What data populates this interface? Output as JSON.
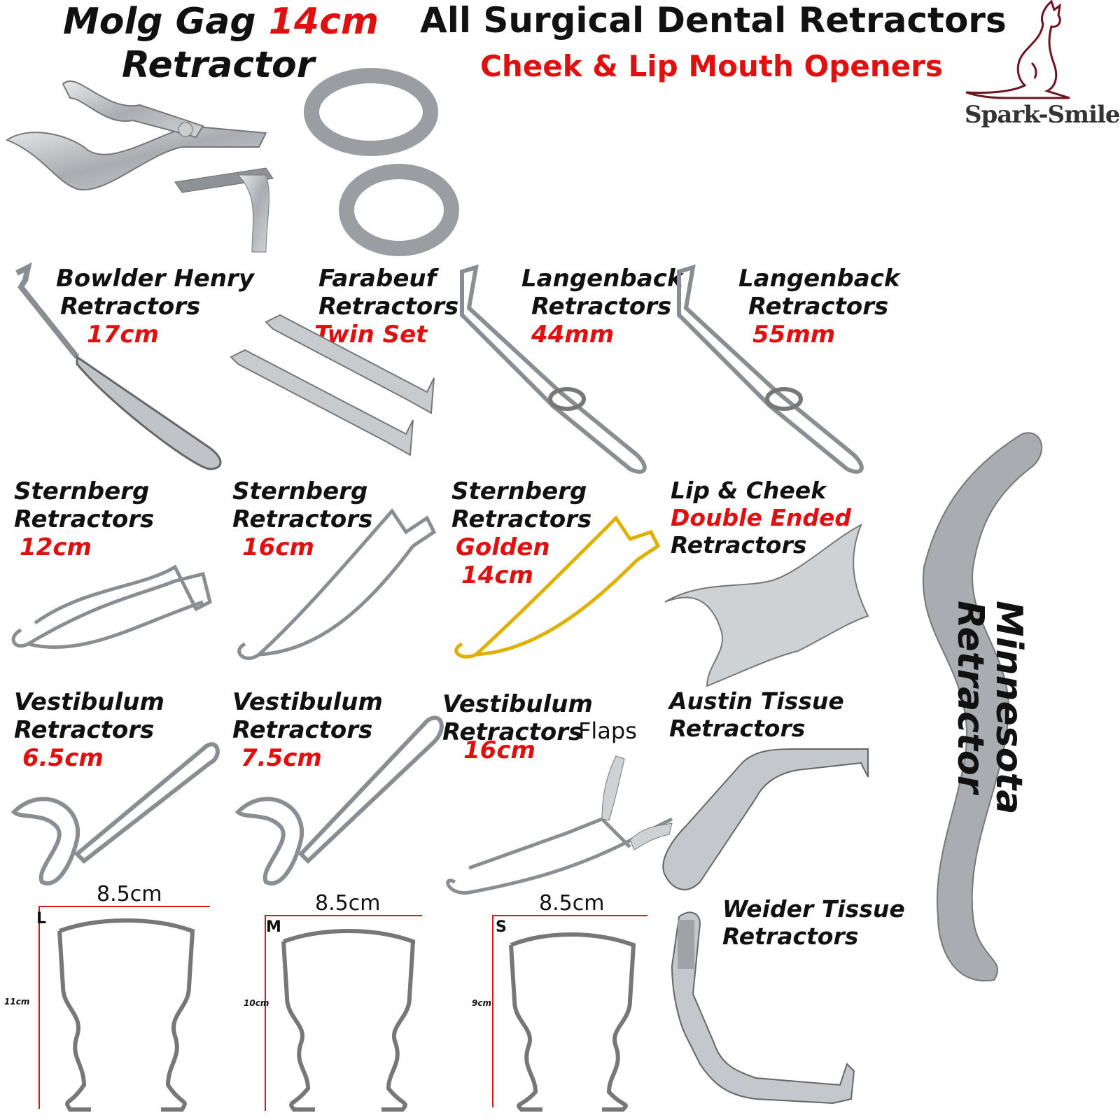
{
  "header": {
    "title": "All Surgical Dental Retractors",
    "subtitle": "Cheek & Lip Mouth Openers",
    "brand": "Spark-Smile",
    "colors": {
      "accent_red": "#e01010",
      "text": "#111111",
      "metal": "#b9bcc0"
    }
  },
  "molg": {
    "line1": "Molg Gag",
    "size": "14cm",
    "line2": "Retractor"
  },
  "row1": [
    {
      "line1": "Bowlder Henry",
      "line2": "Retractors",
      "size": "17cm"
    },
    {
      "line1": "Farabeuf",
      "line2": "Retractors",
      "size": "Twin Set"
    },
    {
      "line1": "Langenback",
      "line2": "Retractors",
      "size": "44mm"
    },
    {
      "line1": "Langenback",
      "line2": "Retractors",
      "size": "55mm"
    }
  ],
  "row2": [
    {
      "line1": "Sternberg",
      "line2": "Retractors",
      "size": "12cm"
    },
    {
      "line1": "Sternberg",
      "line2": "Retractors",
      "size": "16cm"
    },
    {
      "line1": "Sternberg",
      "line2": "Retractors",
      "color": "Golden",
      "size": "14cm"
    },
    {
      "line1": "Lip & Cheek",
      "line2": "Double Ended",
      "line3": "Retractors"
    }
  ],
  "row3": [
    {
      "line1": "Vestibulum",
      "line2": "Retractors",
      "size": "6.5cm"
    },
    {
      "line1": "Vestibulum",
      "line2": "Retractors",
      "size": "7.5cm"
    },
    {
      "line1": "Vestibulum",
      "line2": "Retractors",
      "size": "16cm",
      "extra": "Flaps"
    },
    {
      "line1": "Austin Tissue",
      "line2": "Retractors"
    }
  ],
  "row4": [
    {
      "width": "8.5cm",
      "letter": "L",
      "height": "11cm"
    },
    {
      "width": "8.5cm",
      "letter": "M",
      "height": "10cm"
    },
    {
      "width": "8.5cm",
      "letter": "S",
      "height": "9cm"
    },
    {
      "line1": "Weider Tissue",
      "line2": "Retractors"
    }
  ],
  "minnesota": {
    "line1": "Minnesota",
    "line2": "Retractor"
  }
}
